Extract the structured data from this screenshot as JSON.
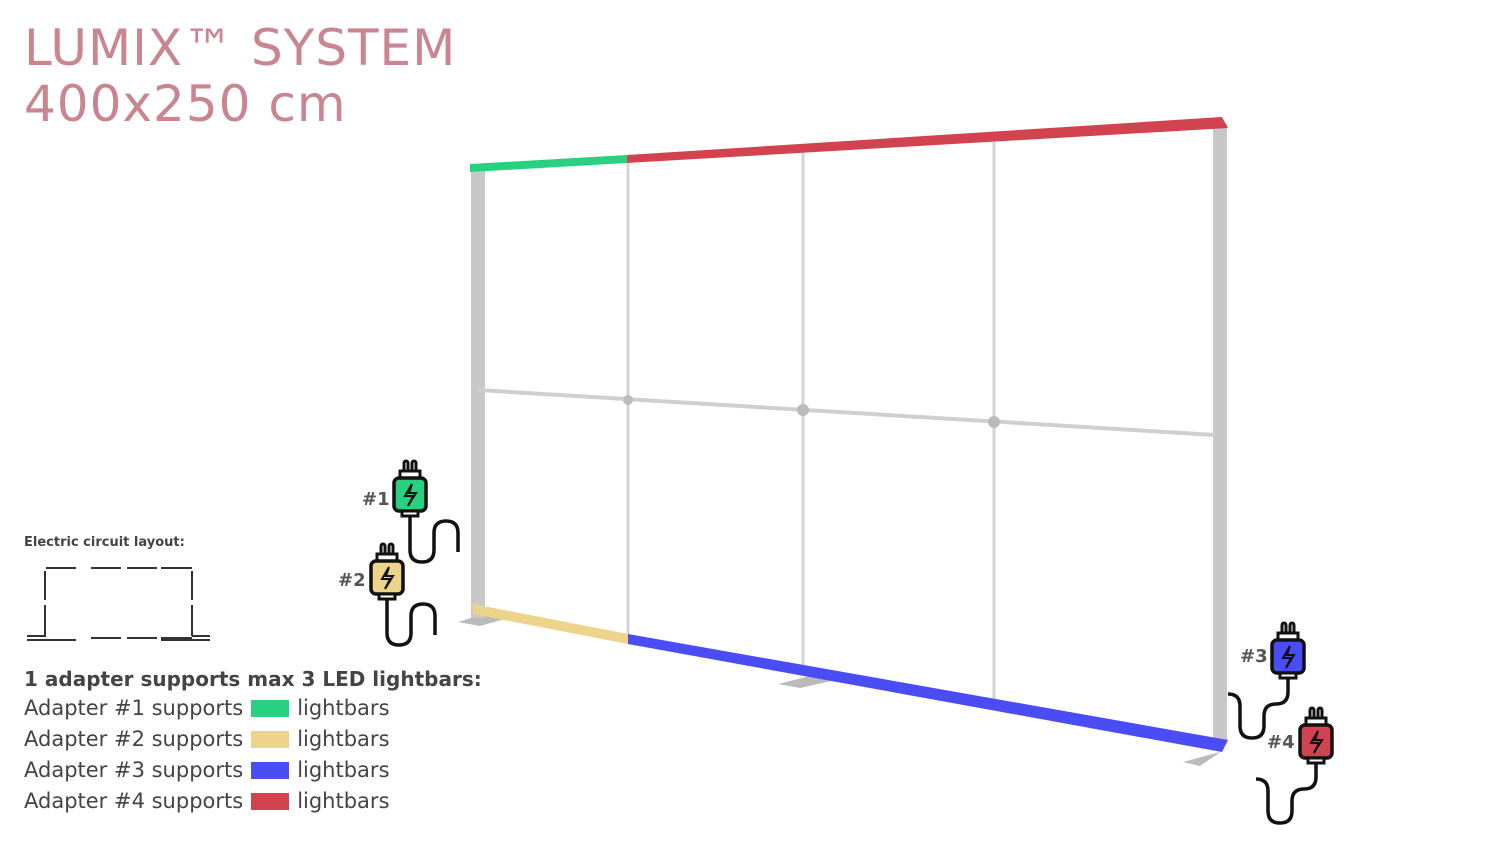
{
  "title": {
    "line1": "LUMIX™ SYSTEM",
    "line2": "400x250 cm"
  },
  "circuit": {
    "label": "Electric circuit layout:"
  },
  "legend": {
    "heading": "1 adapter supports max 3 LED lightbars:",
    "rows": [
      {
        "prefix": "Adapter #1 supports",
        "suffix": "lightbars",
        "color": "#27d17f"
      },
      {
        "prefix": "Adapter #2 supports",
        "suffix": "lightbars",
        "color": "#ecd48b"
      },
      {
        "prefix": "Adapter #3 supports",
        "suffix": "lightbars",
        "color": "#4a4cf5"
      },
      {
        "prefix": "Adapter #4 supports",
        "suffix": "lightbars",
        "color": "#d0434f"
      }
    ]
  },
  "adapters": [
    {
      "label": "#1",
      "color": "#27d17f"
    },
    {
      "label": "#2",
      "color": "#ecd48b"
    },
    {
      "label": "#3",
      "color": "#4a4cf5"
    },
    {
      "label": "#4",
      "color": "#d0434f"
    }
  ]
}
